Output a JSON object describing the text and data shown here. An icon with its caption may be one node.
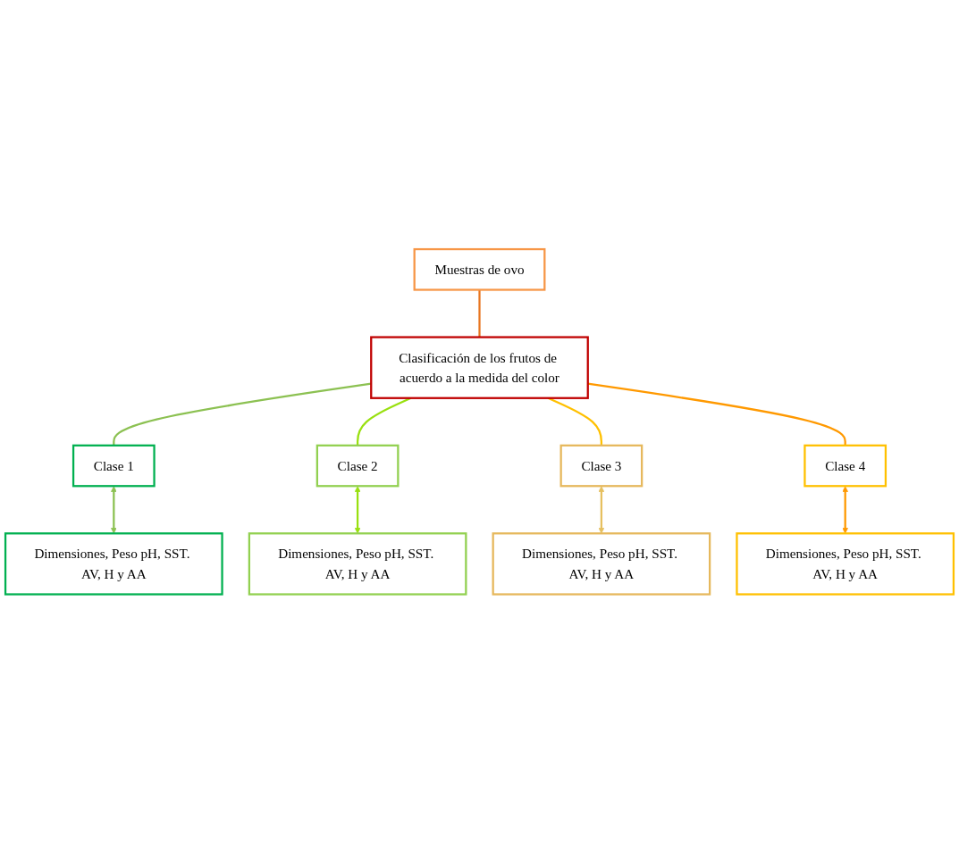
{
  "diagram": {
    "nodes": [
      {
        "text": [
          "Muestras de ovo"
        ]
      },
      {
        "text": [
          "Clasificación de los frutos de acuerdo a la medida del color"
        ]
      },
      {
        "text": [
          "Clase 1"
        ]
      },
      {
        "text": [
          "Clase 2"
        ]
      },
      {
        "text": [
          "Clase 3"
        ]
      },
      {
        "text": [
          "Clase 4"
        ]
      },
      {
        "text": [
          "Dimensiones, Peso pH, SST. AV, H y AA"
        ]
      },
      {
        "text": [
          "Dimensiones, Peso pH, SST. AV, H y AA"
        ]
      },
      {
        "text": [
          "Dimensiones, Peso pH, SST. AV, H y AA"
        ]
      },
      {
        "text": [
          "Dimensiones, Peso pH, SST. AV, H y AA"
        ]
      }
    ],
    "edges": [
      {
        "from": 0,
        "to": 1,
        "arrow": "none",
        "color": "#e87722"
      },
      {
        "from": 1,
        "to": 2,
        "arrow": "none",
        "color": "#8cc152"
      },
      {
        "from": 1,
        "to": 3,
        "arrow": "none",
        "color": "#99e010"
      },
      {
        "from": 1,
        "to": 4,
        "arrow": "none",
        "color": "#ffc000"
      },
      {
        "from": 1,
        "to": 5,
        "arrow": "none",
        "color": "#ff9900"
      },
      {
        "from": 2,
        "to": 6,
        "arrow": "both",
        "color": "#8cc152"
      },
      {
        "from": 3,
        "to": 7,
        "arrow": "both",
        "color": "#99e010"
      },
      {
        "from": 4,
        "to": 8,
        "arrow": "both",
        "color": "#e6c060"
      },
      {
        "from": 5,
        "to": 9,
        "arrow": "both",
        "color": "#ff9900"
      }
    ]
  }
}
